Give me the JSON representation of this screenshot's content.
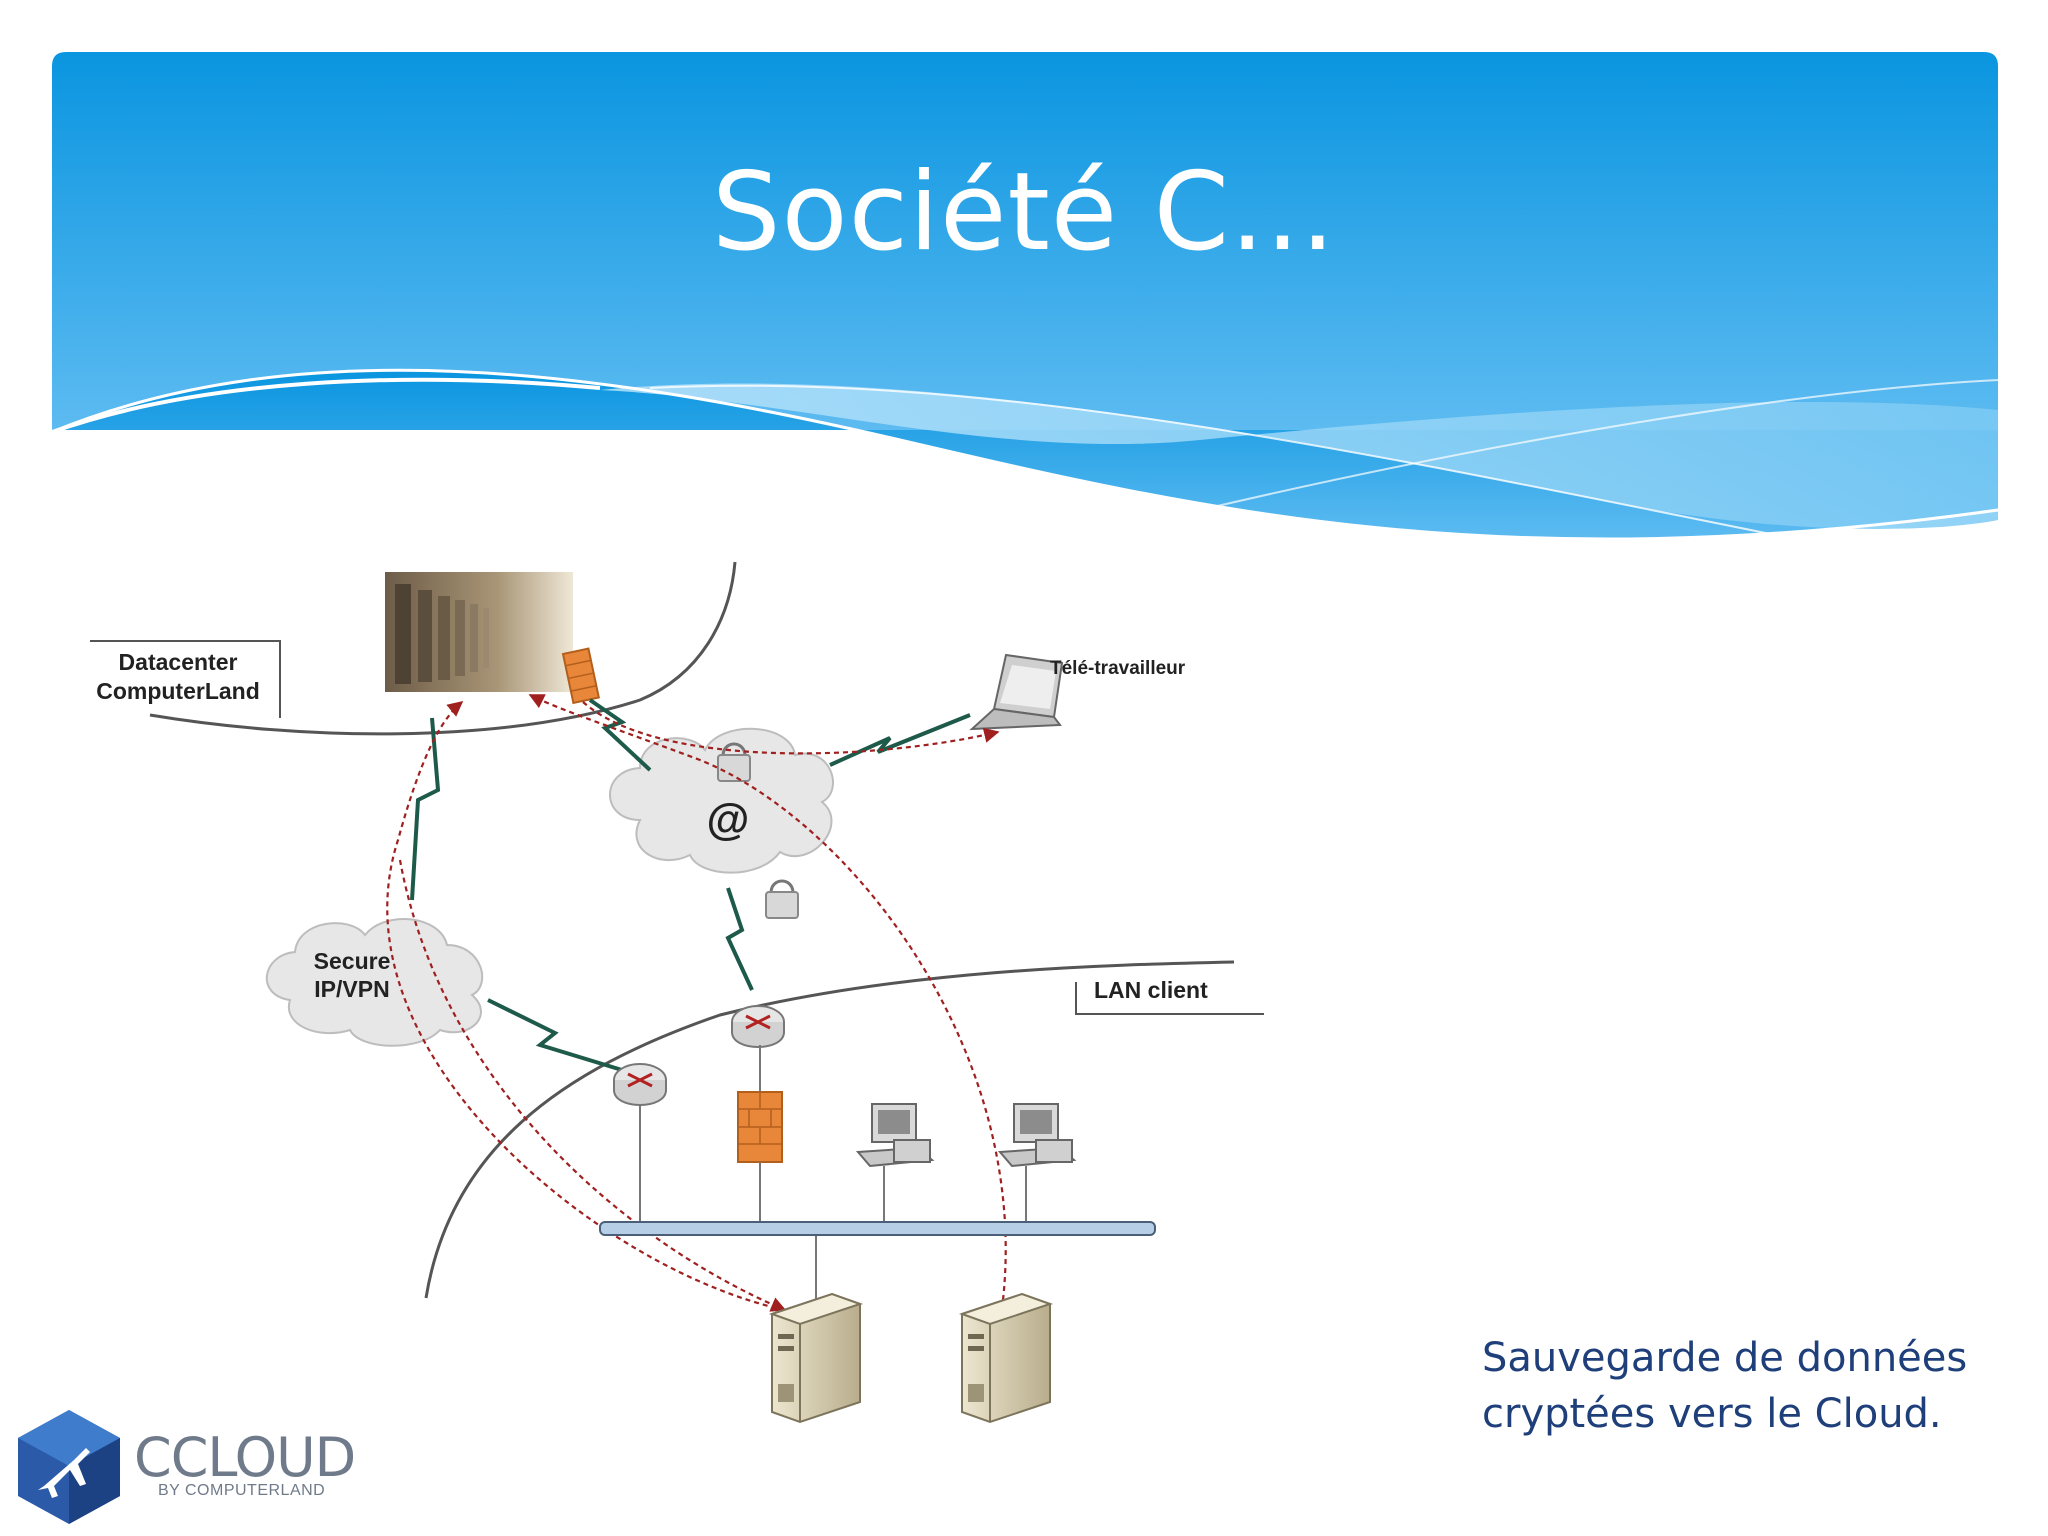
{
  "slide": {
    "title": "Société C..."
  },
  "diagram": {
    "datacenter_label": [
      "Datacenter",
      "ComputerLand"
    ],
    "teleworker_label": "Télé-travailleur",
    "vpn_label": [
      "Secure",
      "IP/VPN"
    ],
    "internet_symbol": "@",
    "lan_label": "LAN client"
  },
  "caption": [
    "Sauvegarde de données",
    "cryptées vers le Cloud."
  ],
  "logo": {
    "name": "CCLOUD",
    "tagline": "BY COMPUTERLAND"
  },
  "colors": {
    "header_top": "#0a95e0",
    "header_bottom": "#59b9f0",
    "caption_text": "#1f3f7a",
    "link_zigzag": "#1e5a4a",
    "data_flow_arrow": "#a02020",
    "firewall": "#e8873a"
  }
}
